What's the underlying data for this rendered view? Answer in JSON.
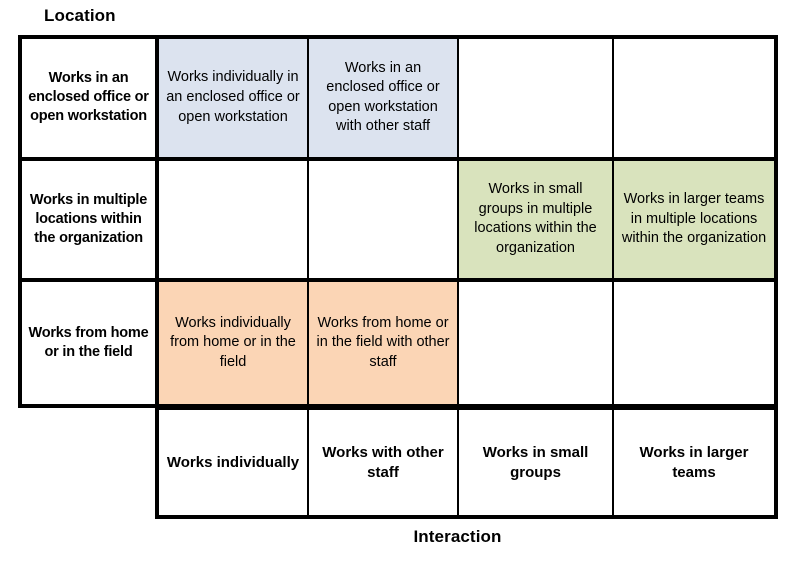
{
  "axes": {
    "y_label": "Location",
    "x_label": "Interaction"
  },
  "colors": {
    "blue": "#dce3ef",
    "green": "#d9e3bd",
    "orange": "#fbd5b5",
    "empty": "#ffffff",
    "border": "#000000"
  },
  "column_headers": [
    {
      "label": "Works individually"
    },
    {
      "label": "Works with other staff"
    },
    {
      "label": "Works in small groups"
    },
    {
      "label": "Works in larger teams"
    }
  ],
  "row_headers": [
    {
      "label": "Works in an enclosed office or open workstation"
    },
    {
      "label": "Works in multiple locations within the organization"
    },
    {
      "label": "Works from home or in the field"
    }
  ],
  "matrix": [
    {
      "cells": [
        {
          "label": "Works individually in an enclosed office or open workstation",
          "fill": "blue"
        },
        {
          "label": "Works in an enclosed office or open workstation with other staff",
          "fill": "blue"
        },
        {
          "label": "",
          "fill": "none"
        },
        {
          "label": "",
          "fill": "none"
        }
      ]
    },
    {
      "cells": [
        {
          "label": "",
          "fill": "none"
        },
        {
          "label": "",
          "fill": "none"
        },
        {
          "label": "Works in small groups in multiple locations within the organization",
          "fill": "green"
        },
        {
          "label": "Works in larger teams in multiple locations within the organization",
          "fill": "green"
        }
      ]
    },
    {
      "cells": [
        {
          "label": "Works individually from home or in the field",
          "fill": "orange"
        },
        {
          "label": "Works from home or in the field with other staff",
          "fill": "orange"
        },
        {
          "label": "",
          "fill": "none"
        },
        {
          "label": "",
          "fill": "none"
        }
      ]
    }
  ]
}
